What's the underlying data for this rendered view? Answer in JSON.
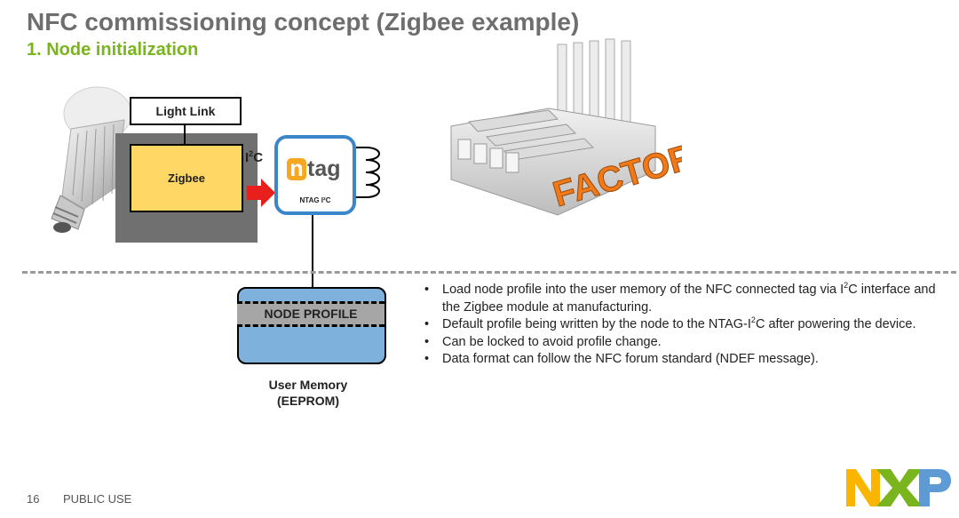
{
  "slide": {
    "title": "NFC commissioning concept (Zigbee example)",
    "subtitle": "1. Node initialization"
  },
  "diagram": {
    "light_link_label": "Light Link",
    "zigbee_label": "Zigbee",
    "i2c_label": {
      "i": "I",
      "sup": "2",
      "c": "C"
    },
    "ntag_logo_n": "n",
    "ntag_logo_rest": "tag",
    "ntag_chip_label": "NTAG I²C",
    "node_profile_label": "NODE PROFILE",
    "memory_label_line1": "User Memory",
    "memory_label_line2": "(EEPROM)",
    "factory_sign": "FACTORY",
    "colors": {
      "zigbee_fill": "#ffd764",
      "module_fill": "#707070",
      "ntag_border": "#3a86c8",
      "arrow": "#e8201d",
      "memory_fill": "#7fb1dd",
      "node_profile_fill": "#a6a6a6",
      "subtitle": "#7ab51d"
    }
  },
  "bullets": [
    {
      "pre": "Load node profile into the user memory of the NFC connected tag via I",
      "sup": "2",
      "post": "C interface and the Zigbee module at manufacturing."
    },
    {
      "pre": "Default profile being written by the node to the NTAG-I",
      "sup": "2",
      "post": "C after powering the device."
    },
    {
      "pre": "Can be locked to avoid profile change.",
      "sup": "",
      "post": ""
    },
    {
      "pre": "Data format can follow the NFC forum standard (NDEF message).",
      "sup": "",
      "post": ""
    }
  ],
  "footer": {
    "page_number": "16",
    "classification": "PUBLIC USE",
    "logo_text": "NXP",
    "logo_colors": [
      "#f9b500",
      "#7ab51d",
      "#5e9bd4"
    ]
  }
}
